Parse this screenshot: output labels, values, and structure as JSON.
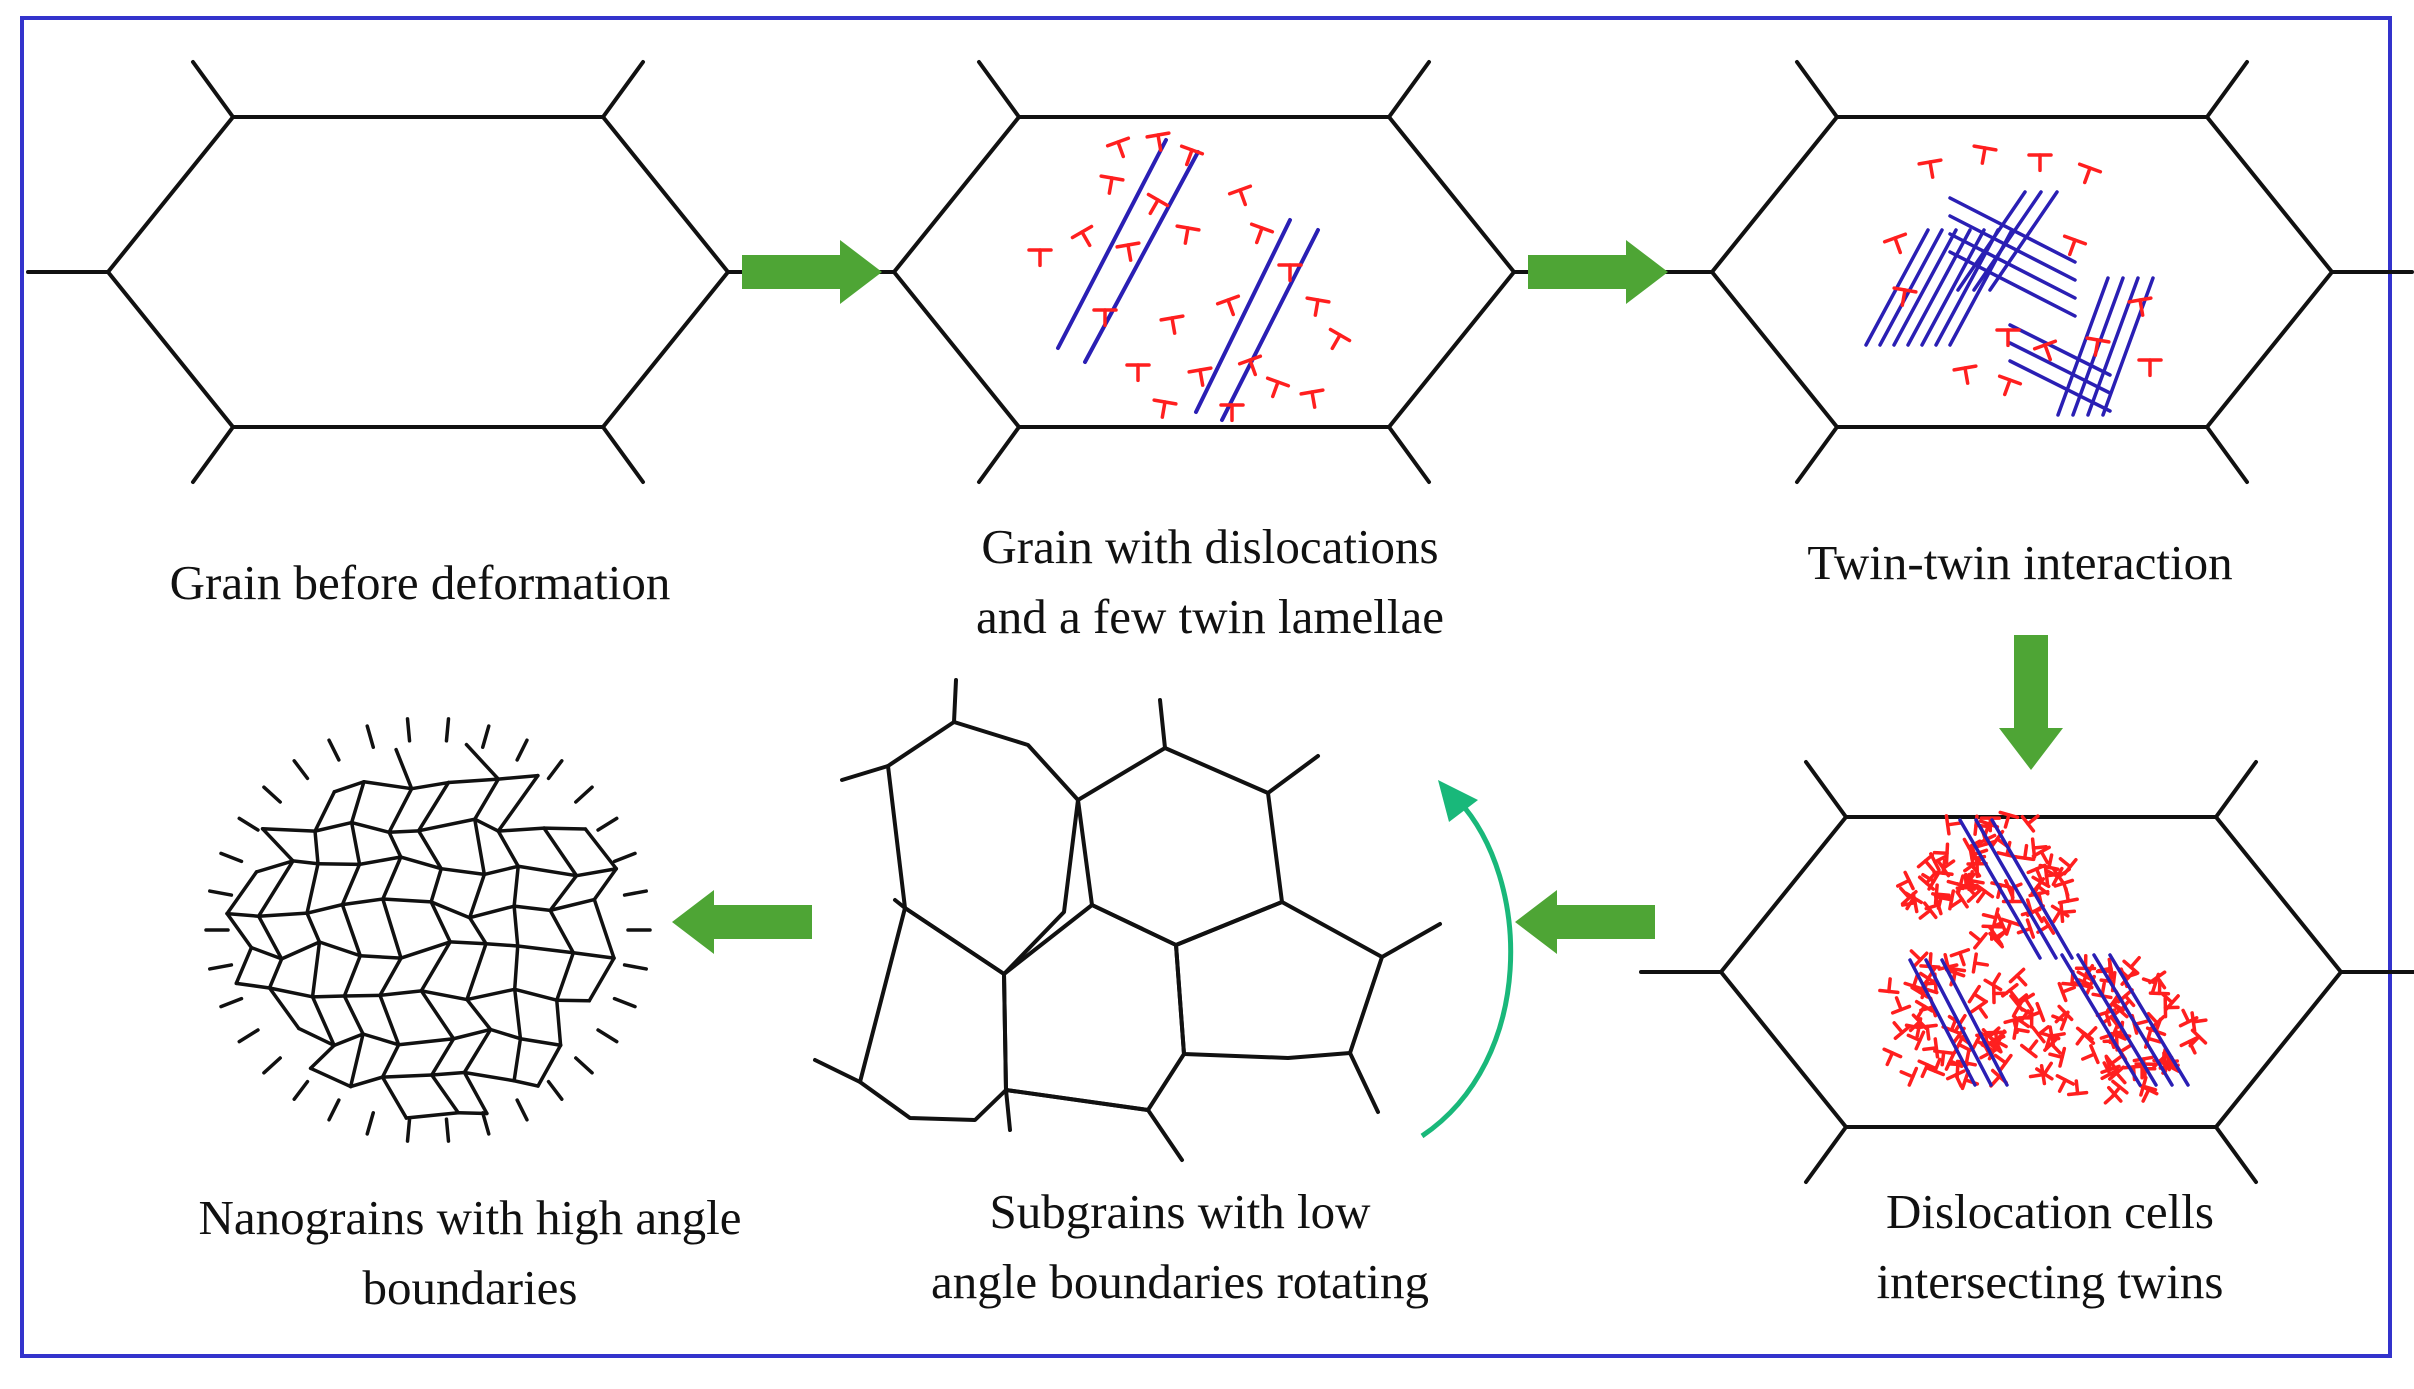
{
  "colors": {
    "frame": "#3333cc",
    "boundary": "#111111",
    "dislocation": "#ff1f1f",
    "twin": "#2a1fb4",
    "arrow": "#4ea535",
    "rotation_arrow": "#19b87a"
  },
  "stages": [
    {
      "id": "grain-before-deformation",
      "lines": [
        "Grain before deformation"
      ]
    },
    {
      "id": "grain-with-dislocations",
      "lines": [
        "Grain with dislocations",
        "and a few twin lamellae"
      ]
    },
    {
      "id": "twin-twin-interaction",
      "lines": [
        "Twin-twin interaction"
      ]
    },
    {
      "id": "dislocation-cells",
      "lines": [
        "Dislocation cells",
        "intersecting twins"
      ]
    },
    {
      "id": "subgrains-rotating",
      "lines": [
        "Subgrains with low",
        "angle boundaries rotating"
      ]
    },
    {
      "id": "nanograins",
      "lines": [
        "Nanograins with high angle",
        "boundaries"
      ]
    }
  ],
  "arrows": [
    {
      "id": "arrow-stage1-to-stage2",
      "direction": "right"
    },
    {
      "id": "arrow-stage2-to-stage3",
      "direction": "right"
    },
    {
      "id": "arrow-stage3-to-stage4",
      "direction": "down"
    },
    {
      "id": "arrow-stage4-to-stage5",
      "direction": "left"
    },
    {
      "id": "arrow-stage5-to-stage6",
      "direction": "left"
    }
  ],
  "rotation_arrow": {
    "id": "rotation-arrow",
    "shape": "curved-up"
  }
}
